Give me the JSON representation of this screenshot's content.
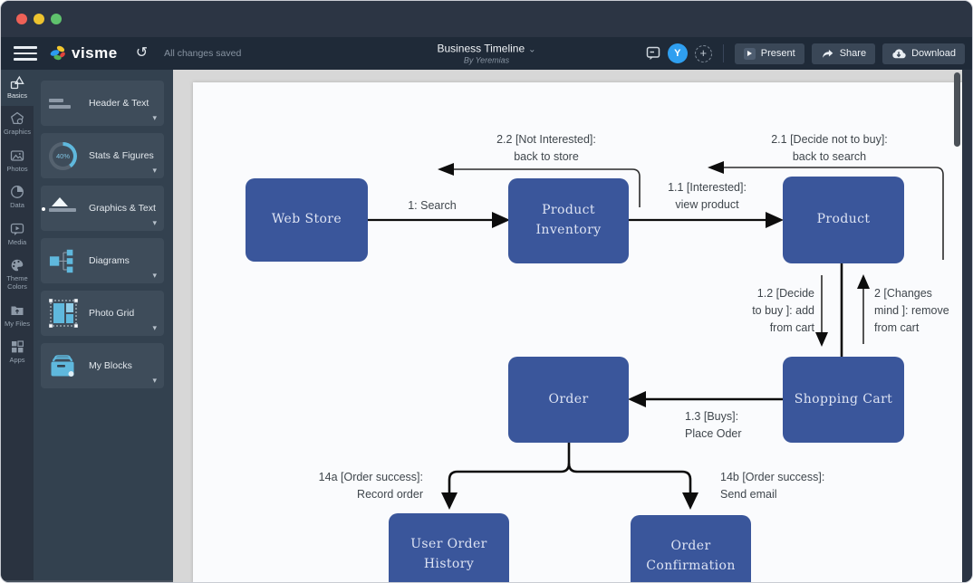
{
  "header": {
    "brand": "visme",
    "status": "All changes saved",
    "title": "Business Timeline",
    "byline": "By Yeremias",
    "avatar_initial": "Y",
    "present_label": "Present",
    "share_label": "Share",
    "download_label": "Download"
  },
  "icons": {
    "undo": "↺",
    "plus": "+",
    "chevron_down": "▾",
    "title_chevron": "⌄"
  },
  "rail": {
    "items": [
      {
        "id": "basics",
        "label": "Basics",
        "selected": true
      },
      {
        "id": "graphics",
        "label": "Graphics",
        "selected": false
      },
      {
        "id": "photos",
        "label": "Photos",
        "selected": false
      },
      {
        "id": "data",
        "label": "Data",
        "selected": false
      },
      {
        "id": "media",
        "label": "Media",
        "selected": false
      },
      {
        "id": "theme-colors",
        "label": "Theme Colors",
        "selected": false
      },
      {
        "id": "my-files",
        "label": "My Files",
        "selected": false
      },
      {
        "id": "apps",
        "label": "Apps",
        "selected": false
      }
    ]
  },
  "panel": {
    "cards": [
      {
        "id": "header-text",
        "label": "Header & Text"
      },
      {
        "id": "stats-figures",
        "label": "Stats & Figures",
        "icon_value": "40%"
      },
      {
        "id": "graphics-text",
        "label": "Graphics & Text"
      },
      {
        "id": "diagrams",
        "label": "Diagrams"
      },
      {
        "id": "photo-grid",
        "label": "Photo Grid"
      },
      {
        "id": "my-blocks",
        "label": "My Blocks"
      }
    ]
  },
  "diagram": {
    "nodes": [
      {
        "id": "web-store",
        "label": "Web Store"
      },
      {
        "id": "product-inventory",
        "label": "Product Inventory"
      },
      {
        "id": "product",
        "label": "Product"
      },
      {
        "id": "order",
        "label": "Order"
      },
      {
        "id": "shopping-cart",
        "label": "Shopping Cart"
      },
      {
        "id": "user-order-history",
        "label": "User Order History"
      },
      {
        "id": "order-confirmation",
        "label": "Order Confirmation"
      }
    ],
    "edge_labels": [
      {
        "id": "search",
        "text": "1: Search"
      },
      {
        "id": "not-interested",
        "text": "2.2 [Not Interested]:\nback to store"
      },
      {
        "id": "decide-not-buy",
        "text": "2.1 [Decide not to buy]:\nback to search"
      },
      {
        "id": "interested",
        "text": "1.1 [Interested]:\nview product"
      },
      {
        "id": "decide-buy",
        "text": "1.2 [Decide\nto buy ]: add\nfrom cart"
      },
      {
        "id": "changes-mind",
        "text": "2 [Changes\nmind ]: remove\nfrom cart"
      },
      {
        "id": "buys",
        "text": "1.3 [Buys]:\nPlace Oder"
      },
      {
        "id": "order-success-a",
        "text": "14a [Order success]:\nRecord order"
      },
      {
        "id": "order-success-b",
        "text": "14b [Order success]:\nSend email"
      }
    ]
  },
  "colors": {
    "node_fill": "#3a569b",
    "accent_blue": "#5fb8dd",
    "avatar_blue": "#2f9ff0",
    "toolbar_bg": "#1f2a38",
    "canvas_margin": "#d7d7d7"
  }
}
